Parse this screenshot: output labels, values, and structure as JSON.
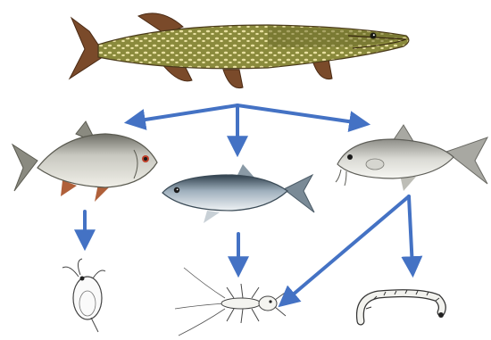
{
  "diagram": {
    "nodes": [
      {
        "id": "pike",
        "icon": "pike-fish-icon"
      },
      {
        "id": "roach",
        "icon": "roach-fish-icon"
      },
      {
        "id": "bleak",
        "icon": "bleak-fish-icon"
      },
      {
        "id": "loach",
        "icon": "barbel-fish-icon"
      },
      {
        "id": "daphnia",
        "icon": "daphnia-icon"
      },
      {
        "id": "mayfly-larva",
        "icon": "mayfly-larva-icon"
      },
      {
        "id": "midge-larva",
        "icon": "midge-larva-icon"
      }
    ],
    "edges": [
      {
        "from": "pike",
        "to": "roach"
      },
      {
        "from": "pike",
        "to": "bleak"
      },
      {
        "from": "pike",
        "to": "loach"
      },
      {
        "from": "roach",
        "to": "daphnia"
      },
      {
        "from": "bleak",
        "to": "mayfly-larva"
      },
      {
        "from": "loach",
        "to": "mayfly-larva"
      },
      {
        "from": "loach",
        "to": "midge-larva"
      }
    ],
    "colors": {
      "arrow": "#4472c4",
      "pike_body": "#8a8a3c",
      "pike_fin": "#7a4a2a",
      "roach_body": "#b8b8b0",
      "bleak_body": "#8fa3b3",
      "loach_body": "#cfcfc8"
    }
  }
}
